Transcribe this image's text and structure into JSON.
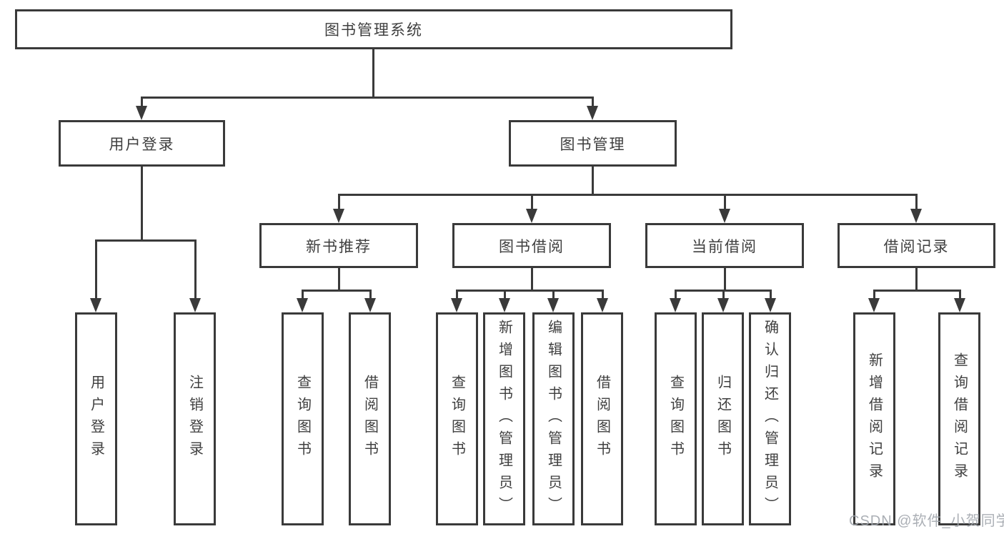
{
  "tree": {
    "root": {
      "label": "图书管理系统"
    },
    "branches": [
      {
        "label": "用户登录",
        "children": [
          {
            "label": "用户登录"
          },
          {
            "label": "注销登录"
          }
        ]
      },
      {
        "label": "图书管理",
        "children": [
          {
            "label": "新书推荐",
            "children": [
              {
                "label": "查询图书"
              },
              {
                "label": "借阅图书"
              }
            ]
          },
          {
            "label": "图书借阅",
            "children": [
              {
                "label": "查询图书"
              },
              {
                "label": "新增图书（管理员）"
              },
              {
                "label": "编辑图书（管理员）"
              },
              {
                "label": "借阅图书"
              }
            ]
          },
          {
            "label": "当前借阅",
            "children": [
              {
                "label": "查询图书"
              },
              {
                "label": "归还图书"
              },
              {
                "label": "确认归还（管理员）"
              }
            ]
          },
          {
            "label": "借阅记录",
            "children": [
              {
                "label": "新增借阅记录"
              },
              {
                "label": "查询借阅记录"
              }
            ]
          }
        ]
      }
    ]
  },
  "watermark": {
    "text": "CSDN @软件_小贺同学"
  },
  "colors": {
    "line": "#3a3a3a",
    "text": "#3f3f3f",
    "watermark": "#a2a7ae",
    "background": "#ffffff"
  }
}
